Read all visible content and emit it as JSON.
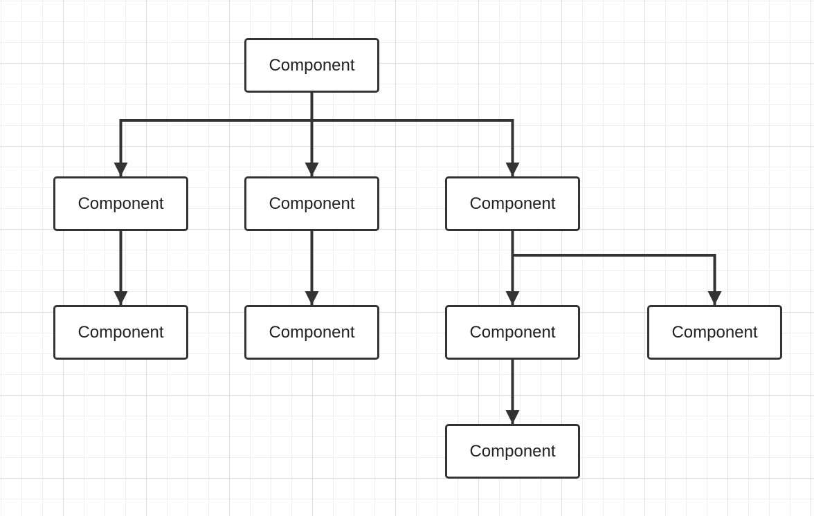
{
  "nodes": [
    {
      "id": "root",
      "label": "Component"
    },
    {
      "id": "child-1",
      "label": "Component"
    },
    {
      "id": "child-2",
      "label": "Component"
    },
    {
      "id": "child-3",
      "label": "Component"
    },
    {
      "id": "grandchild-1",
      "label": "Component"
    },
    {
      "id": "grandchild-2",
      "label": "Component"
    },
    {
      "id": "grandchild-3a",
      "label": "Component"
    },
    {
      "id": "grandchild-3b",
      "label": "Component"
    },
    {
      "id": "great-grandchild",
      "label": "Component"
    }
  ],
  "edges": [
    {
      "from": "root",
      "to": "child-1"
    },
    {
      "from": "root",
      "to": "child-2"
    },
    {
      "from": "root",
      "to": "child-3"
    },
    {
      "from": "child-1",
      "to": "grandchild-1"
    },
    {
      "from": "child-2",
      "to": "grandchild-2"
    },
    {
      "from": "child-3",
      "to": "grandchild-3a"
    },
    {
      "from": "child-3",
      "to": "grandchild-3b"
    },
    {
      "from": "grandchild-3a",
      "to": "great-grandchild"
    }
  ],
  "colors": {
    "stroke": "#333333",
    "text": "#222222",
    "background": "#ffffff",
    "grid_major": "#dcdcdc",
    "grid_minor": "#eeeeee"
  }
}
